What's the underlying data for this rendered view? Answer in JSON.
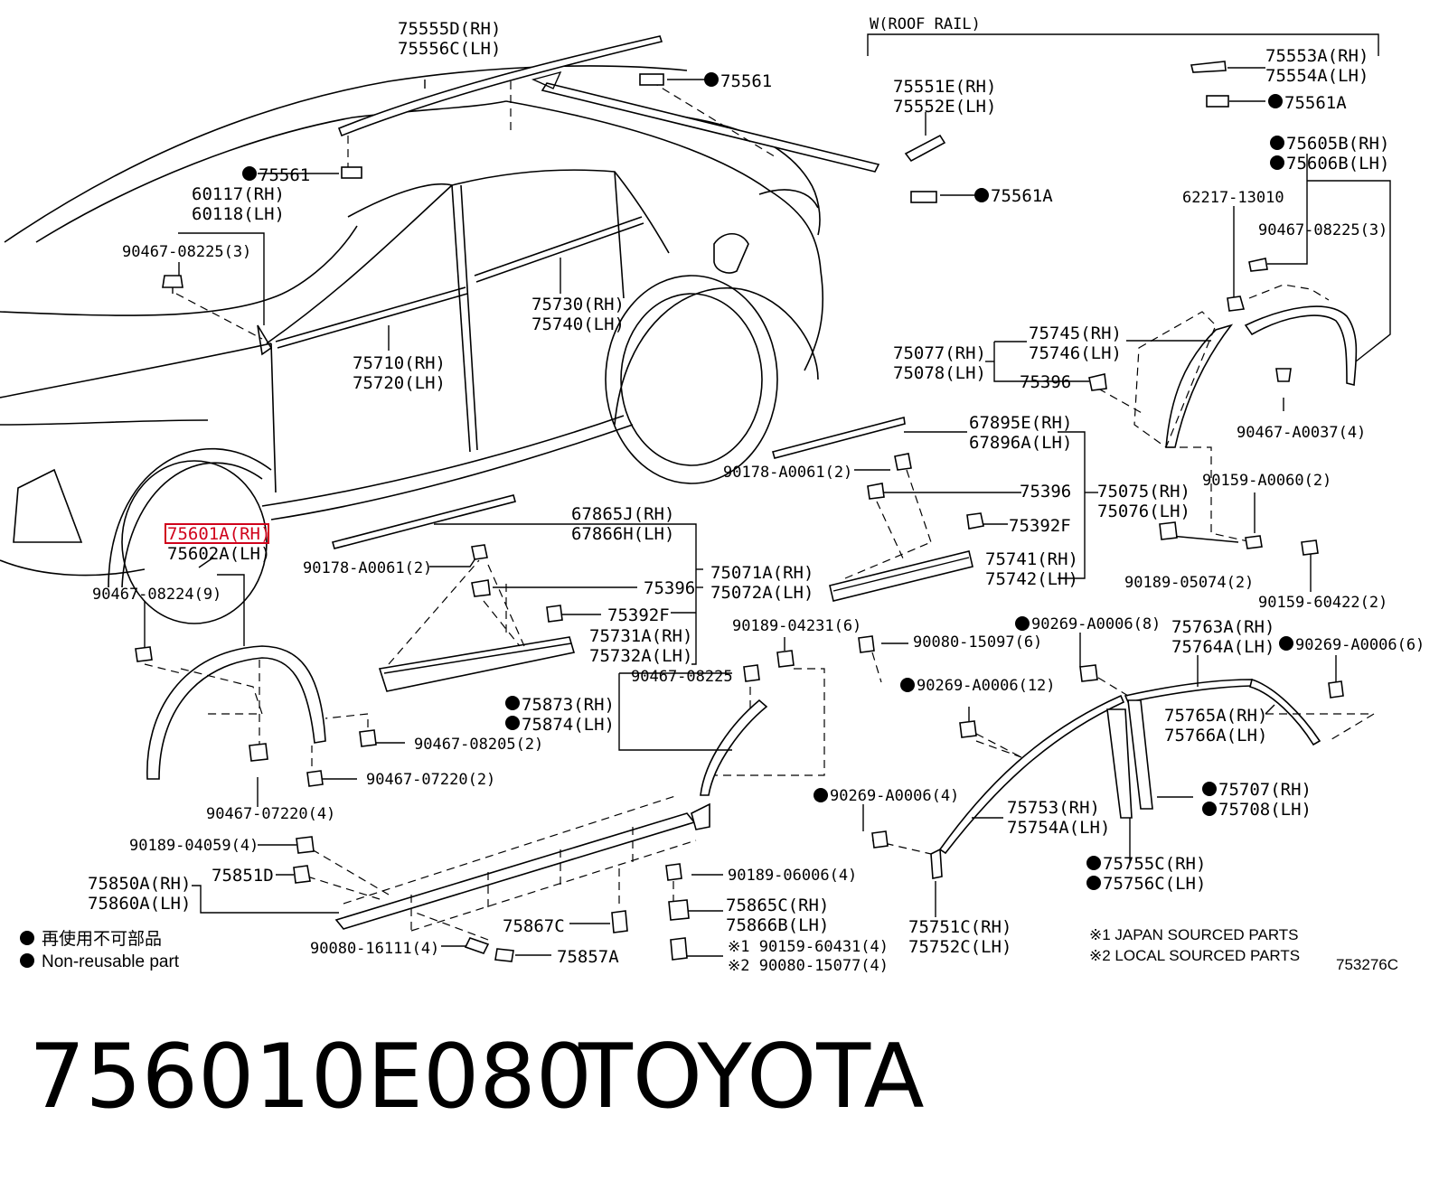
{
  "diagram": {
    "roof_rail_label": "W(ROOF RAIL)",
    "labels": {
      "l75555D": "75555D(RH)",
      "l75556C": "75556C(LH)",
      "l75561a": "75561",
      "l75561b": "75561",
      "l60117": "60117(RH)",
      "l60118": "60118(LH)",
      "l90467_3a": "90467-08225(3)",
      "l75730": "75730(RH)",
      "l75740": "75740(LH)",
      "l75710": "75710(RH)",
      "l75720": "75720(LH)",
      "l75601A": "75601A(RH)",
      "l75602A": "75602A(LH)",
      "l90467_9": "90467-08224(9)",
      "l75551E": "75551E(RH)",
      "l75552E": "75552E(LH)",
      "l75561Aa": "75561A",
      "l75553A": "75553A(RH)",
      "l75554A": "75554A(LH)",
      "l75561Ab": "75561A",
      "l75605B": "75605B(RH)",
      "l75606B": "75606B(LH)",
      "l62217": "62217-13010",
      "l90467_3b": "90467-08225(3)",
      "l75745": "75745(RH)",
      "l75746": "75746(LH)",
      "l75077": "75077(RH)",
      "l75078": "75078(LH)",
      "l75396a": "75396",
      "l90467_A0037": "90467-A0037(4)",
      "l67895E": "67895E(RH)",
      "l67896A": "67896A(LH)",
      "l90178_b": "90178-A0061(2)",
      "l75396b": "75396",
      "l75075": "75075(RH)",
      "l75076": "75076(LH)",
      "l75392Fa": "75392F",
      "l75741": "75741(RH)",
      "l75742": "75742(LH)",
      "l90159_A0060": "90159-A0060(2)",
      "l90189_05074": "90189-05074(2)",
      "l90159_60422": "90159-60422(2)",
      "l67865J": "67865J(RH)",
      "l67866H": "67866H(LH)",
      "l90178_a": "90178-A0061(2)",
      "l75396c": "75396",
      "l75071A": "75071A(RH)",
      "l75072A": "75072A(LH)",
      "l75392Fb": "75392F",
      "l75731A": "75731A(RH)",
      "l75732A": "75732A(LH)",
      "l90189_04231": "90189-04231(6)",
      "l90080_15097": "90080-15097(6)",
      "l90269_8": "90269-A0006(8)",
      "l75763A": "75763A(RH)",
      "l75764A": "75764A(LH)",
      "l90269_6": "90269-A0006(6)",
      "l90467_08225": "90467-08225",
      "l90269_12": "90269-A0006(12)",
      "l75873": "75873(RH)",
      "l75874": "75874(LH)",
      "l75765A": "75765A(RH)",
      "l75766A": "75766A(LH)",
      "l90467_08205": "90467-08205(2)",
      "l90467_07220a": "90467-07220(2)",
      "l75707": "75707(RH)",
      "l75708": "75708(LH)",
      "l90467_07220b": "90467-07220(4)",
      "l90269_4": "90269-A0006(4)",
      "l75753": "75753(RH)",
      "l75754A": "75754A(LH)",
      "l90189_04059": "90189-04059(4)",
      "l75755C": "75755C(RH)",
      "l75756C": "75756C(LH)",
      "l75850A": "75850A(RH)",
      "l75860A": "75860A(LH)",
      "l75851D": "75851D",
      "l90189_06006": "90189-06006(4)",
      "l75865C": "75865C(RH)",
      "l75866B": "75866B(LH)",
      "l75867C": "75867C",
      "l75751C": "75751C(RH)",
      "l75752C": "75752C(LH)",
      "l90080_16111": "90080-16111(4)",
      "l75857A": "75857A",
      "l90159_60431": "※1 90159-60431(4)",
      "l90080_15077": "※2 90080-15077(4)"
    },
    "legend": {
      "cn": "再使用不可部品",
      "en": "Non-reusable part"
    },
    "notes": {
      "n1": "※1 JAPAN SOURCED PARTS",
      "n2": "※2 LOCAL SOURCED PARTS"
    },
    "diagram_code": "753276C"
  },
  "footer": {
    "part_number": "756010E080",
    "brand": "TOYOTA"
  },
  "highlight_color": "#d0021b"
}
